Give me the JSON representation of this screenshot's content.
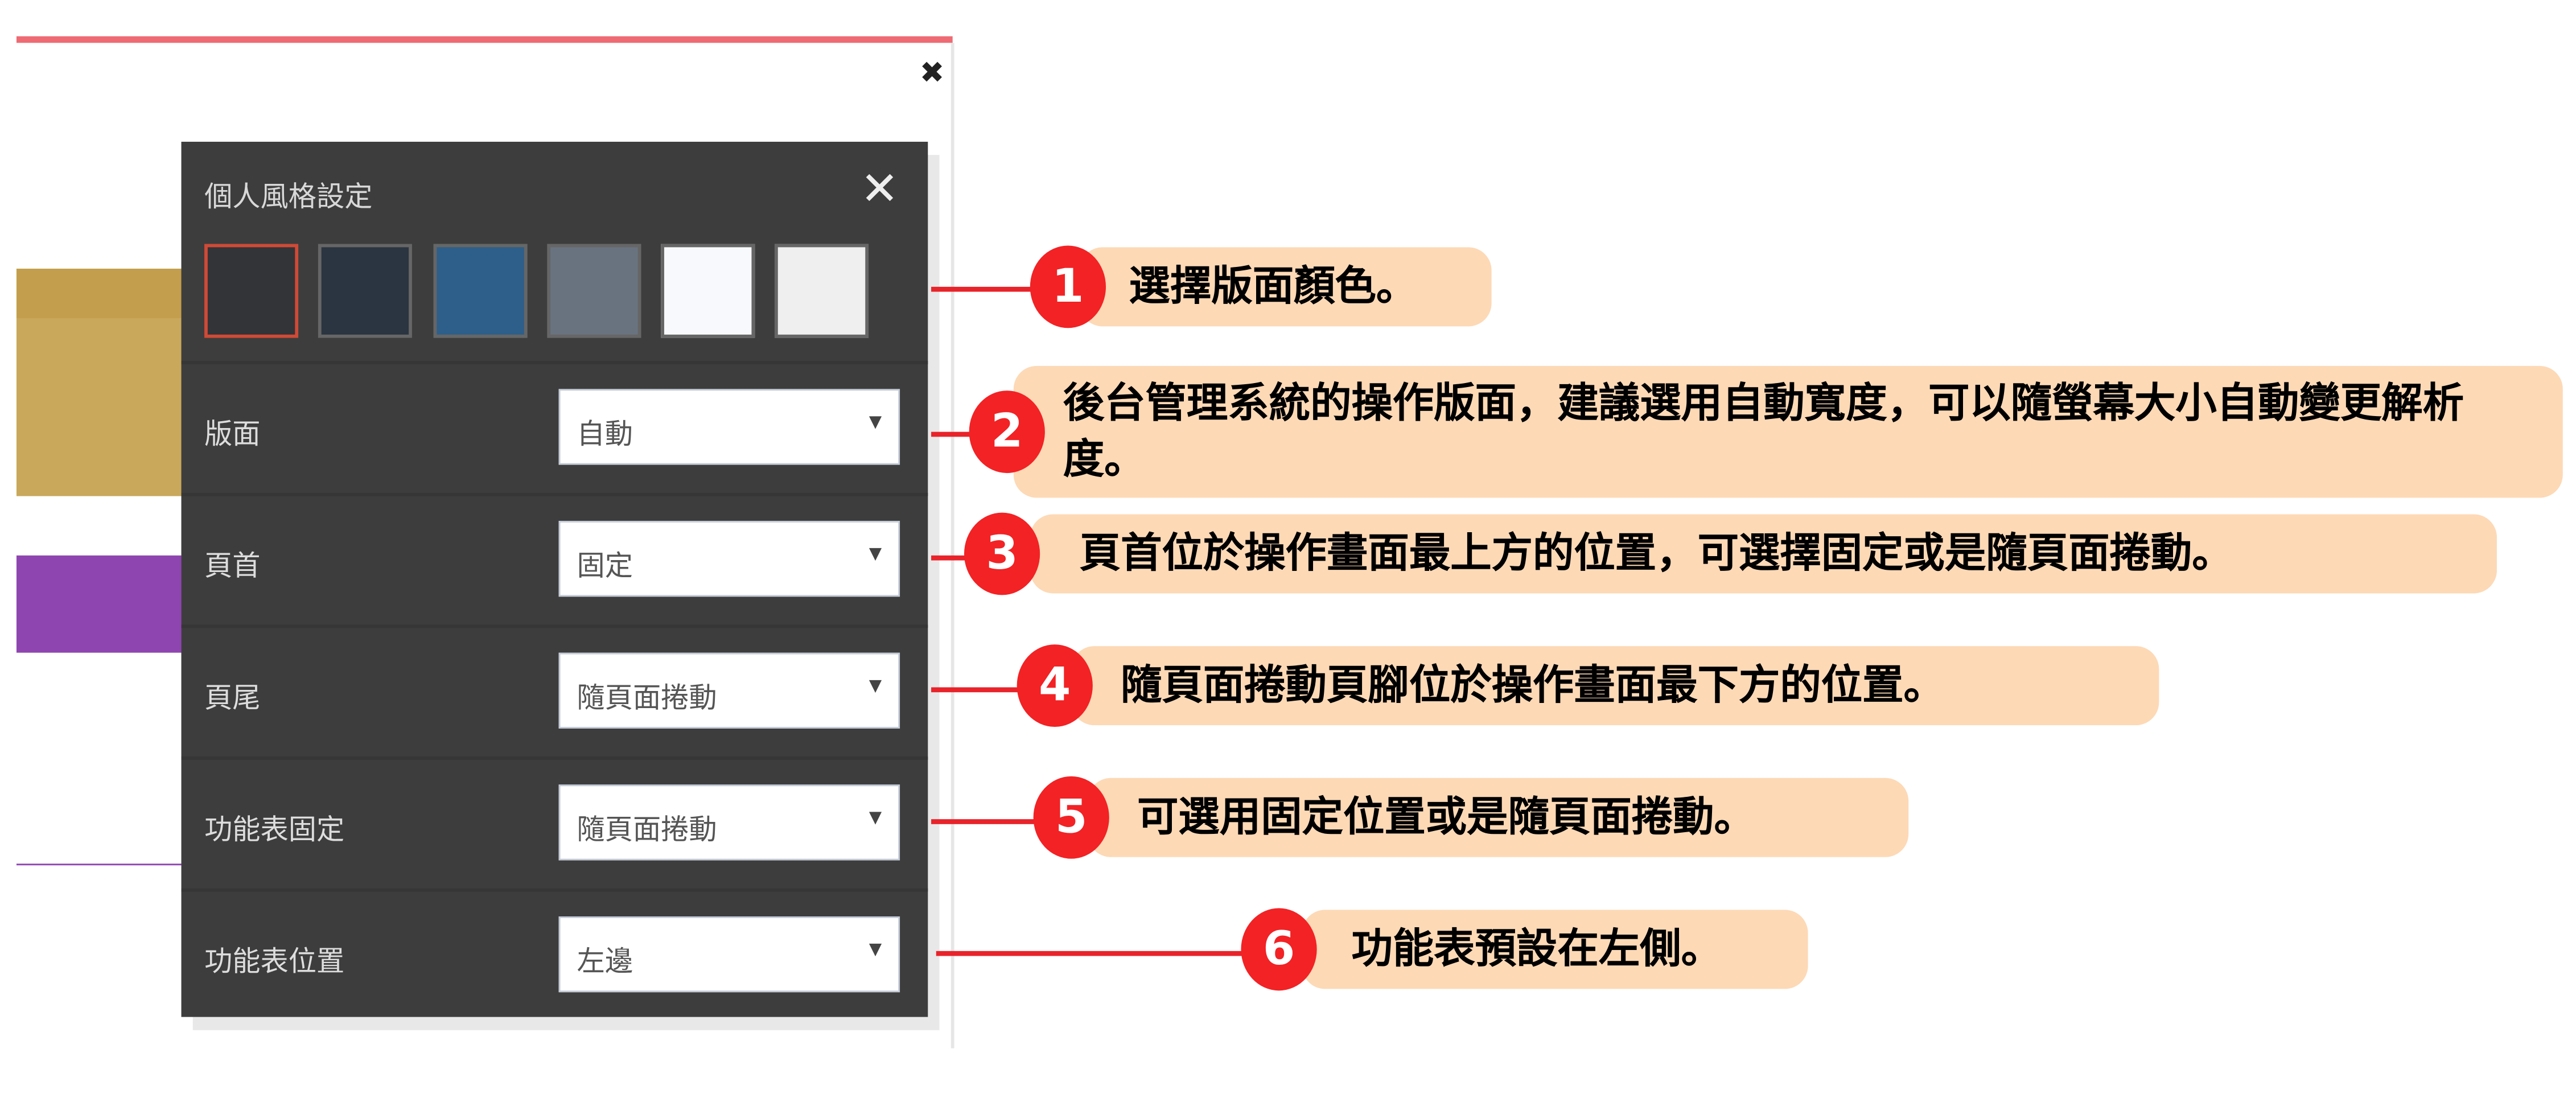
{
  "dialog": {
    "title": "個人風格設定",
    "close_icon": "close-icon",
    "swatches": [
      {
        "name": "dark",
        "color": "#333438",
        "selected": true
      },
      {
        "name": "navy",
        "color": "#2b3541",
        "selected": false
      },
      {
        "name": "blue",
        "color": "#2d5f8a",
        "selected": false
      },
      {
        "name": "gray",
        "color": "#697380",
        "selected": false
      },
      {
        "name": "white",
        "color": "#f8f9fc",
        "selected": false
      },
      {
        "name": "light-gray",
        "color": "#efefef",
        "selected": false
      }
    ],
    "rows": [
      {
        "label": "版面",
        "value": "自動"
      },
      {
        "label": "頁首",
        "value": "固定"
      },
      {
        "label": "頁尾",
        "value": "隨頁面捲動"
      },
      {
        "label": "功能表固定",
        "value": "隨頁面捲動"
      },
      {
        "label": "功能表位置",
        "value": "左邊"
      }
    ]
  },
  "background": {
    "close_symbol": "✖"
  },
  "callouts": [
    {
      "num": "1",
      "text": "選擇版面顏色。"
    },
    {
      "num": "2",
      "text": "後台管理系統的操作版面，建議選用自動寬度，可以隨螢幕大小自動變更解析度。"
    },
    {
      "num": "3",
      "text": "頁首位於操作畫面最上方的位置，可選擇固定或是隨頁面捲動。"
    },
    {
      "num": "4",
      "text": "隨頁面捲動頁腳位於操作畫面最下方的位置。"
    },
    {
      "num": "5",
      "text": "可選用固定位置或是隨頁面捲動。"
    },
    {
      "num": "6",
      "text": "功能表預設在左側。"
    }
  ],
  "colors": {
    "accent": "#f22225",
    "pill": "#fdd9b6",
    "panel": "#3d3d3d",
    "selected_border": "#d04a37"
  }
}
